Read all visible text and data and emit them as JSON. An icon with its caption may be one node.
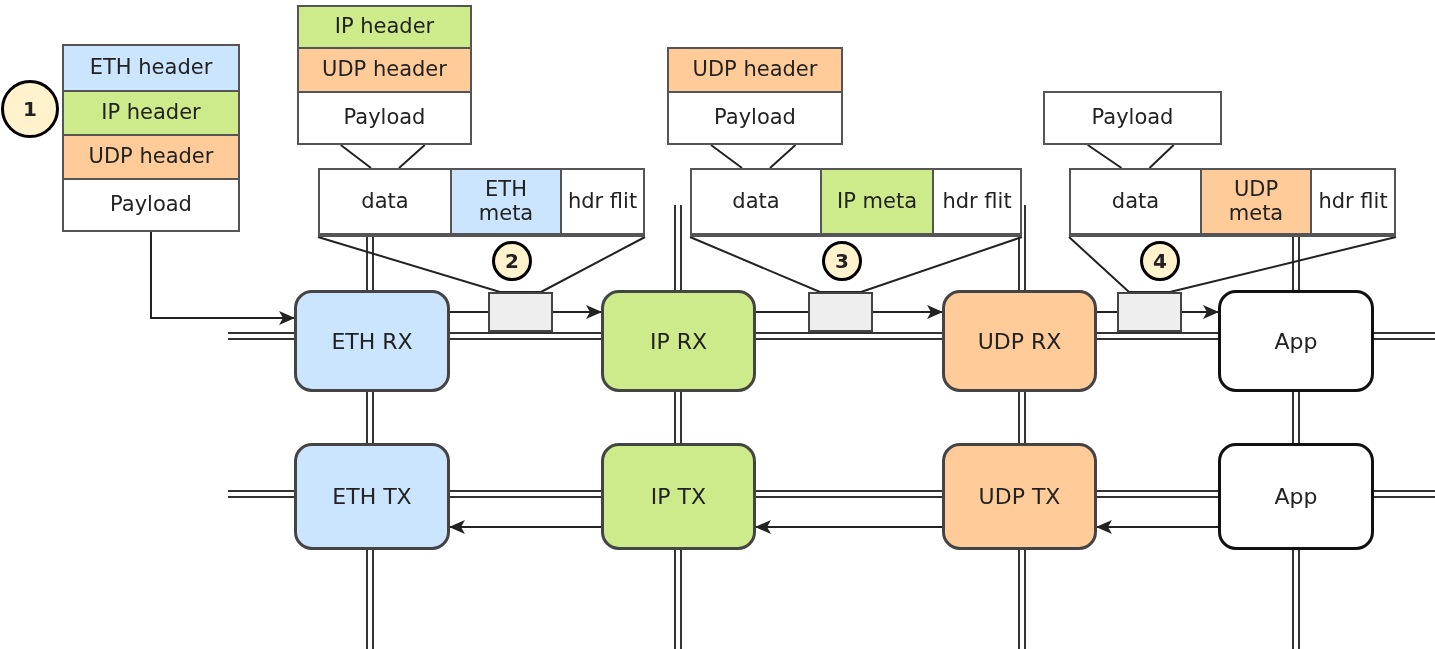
{
  "diagram": {
    "nodes": [
      {
        "text": [
          "IP header"
        ]
      },
      {
        "text": [
          "UDP header"
        ]
      },
      {
        "text": [
          "Payload"
        ]
      },
      {
        "text": [
          "ETH header"
        ]
      },
      {
        "text": [
          "IP header"
        ]
      },
      {
        "text": [
          "UDP header"
        ]
      },
      {
        "text": [
          "Payload"
        ]
      },
      {
        "text": [
          "1"
        ]
      },
      {
        "text": [
          "UDP header"
        ]
      },
      {
        "text": [
          "Payload"
        ]
      },
      {
        "text": [
          "Payload"
        ]
      },
      {
        "text": [],
        "shape": "box"
      },
      {
        "text": [
          "data"
        ],
        "in": 11
      },
      {
        "text": [
          "ETH meta"
        ],
        "in": 11
      },
      {
        "text": [
          "hdr flit"
        ],
        "in": 11
      },
      {
        "text": [],
        "shape": "box"
      },
      {
        "text": [
          "data"
        ],
        "in": 15
      },
      {
        "text": [
          "IP meta"
        ],
        "in": 15
      },
      {
        "text": [
          "hdr flit"
        ],
        "in": 15
      },
      {
        "text": [],
        "shape": "box"
      },
      {
        "text": [
          "data"
        ],
        "in": 19
      },
      {
        "text": [
          "UDP meta"
        ],
        "in": 19
      },
      {
        "text": [
          "hdr flit"
        ],
        "in": 19
      },
      {
        "text": [
          "ETH RX"
        ]
      },
      {
        "text": [
          "2"
        ]
      },
      {
        "text": [],
        "shape": "box"
      },
      {
        "text": [
          "IP RX"
        ]
      },
      {
        "text": [
          "3"
        ]
      },
      {
        "text": [],
        "shape": "box"
      },
      {
        "text": [
          "UDP RX"
        ]
      },
      {
        "text": [
          "4"
        ]
      },
      {
        "text": [],
        "shape": "box"
      },
      {
        "text": [
          "App"
        ]
      },
      {
        "text": [
          "ETH TX"
        ]
      },
      {
        "text": [
          "IP TX"
        ]
      },
      {
        "text": [
          "UDP TX"
        ]
      },
      {
        "text": [
          "App"
        ]
      }
    ],
    "edges": [
      {
        "from": 6,
        "to": 23,
        "arrow": "to"
      },
      {
        "from": 2,
        "to": 12,
        "arrow": "none"
      },
      {
        "from": 9,
        "to": 16,
        "arrow": "none"
      },
      {
        "from": 10,
        "to": 20,
        "arrow": "none"
      },
      {
        "from": 11,
        "to": 25,
        "arrow": "none"
      },
      {
        "from": 15,
        "to": 28,
        "arrow": "none"
      },
      {
        "from": 19,
        "to": 31,
        "arrow": "none"
      },
      {
        "from": 23,
        "to": 25,
        "arrow": "none"
      },
      {
        "from": 25,
        "to": 26,
        "arrow": "to"
      },
      {
        "from": 26,
        "to": 28,
        "arrow": "none"
      },
      {
        "from": 28,
        "to": 29,
        "arrow": "to"
      },
      {
        "from": 29,
        "to": 31,
        "arrow": "none"
      },
      {
        "from": 31,
        "to": 32,
        "arrow": "to"
      },
      {
        "from": 36,
        "to": 35,
        "arrow": "to"
      },
      {
        "from": 35,
        "to": 34,
        "arrow": "to"
      },
      {
        "from": 34,
        "to": 33,
        "arrow": "to"
      }
    ]
  }
}
